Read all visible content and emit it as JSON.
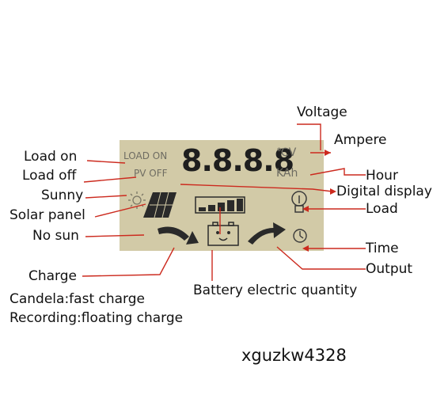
{
  "labels": {
    "voltage": "Voltage",
    "ampere": "Ampere",
    "load_on": "Load on",
    "load_off": "Load off",
    "sunny": "Sunny",
    "solar_panel": "Solar panel",
    "no_sun": "No sun",
    "charge": "Charge",
    "hour": "Hour",
    "digital_display": "Digital display",
    "load": "Load",
    "time": "Time",
    "output": "Output",
    "battery_quantity": "Battery electric quantity"
  },
  "notes": {
    "candela": "Candela:fast charge",
    "recording": "Recording:floating charge"
  },
  "lcd": {
    "load_on": "LOAD ON",
    "pv_off": "PV OFF",
    "digits": "8.8.8.8",
    "unit_cv": "℃V",
    "unit_kah": "KAh"
  },
  "watermark": "xguzkw4328",
  "colors": {
    "lcd_background": "#d2caa7",
    "leader_line": "#cc2a1e",
    "lcd_segment_text": "#6e6c62"
  }
}
